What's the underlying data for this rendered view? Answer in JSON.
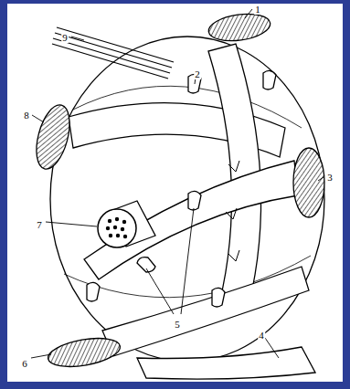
{
  "diagram": {
    "labels": [
      "1",
      "9",
      "2",
      "8",
      "3",
      "7",
      "5",
      "6",
      "4"
    ]
  }
}
